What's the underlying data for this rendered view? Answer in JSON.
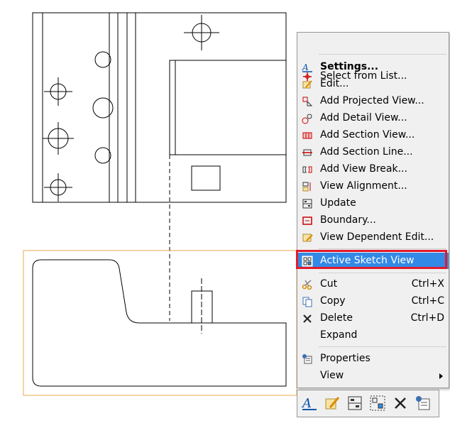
{
  "menu": {
    "items": [
      {
        "label": "Select from List...",
        "icon": "select-from-list-icon",
        "shortcut": ""
      },
      {
        "label": "Settings...",
        "icon": "settings-icon",
        "shortcut": ""
      },
      {
        "label": "Edit...",
        "icon": "edit-icon",
        "shortcut": ""
      },
      {
        "label": "Add Projected View...",
        "icon": "projected-view-icon",
        "shortcut": ""
      },
      {
        "label": "Add Detail View...",
        "icon": "detail-view-icon",
        "shortcut": ""
      },
      {
        "label": "Add Section View...",
        "icon": "section-view-icon",
        "shortcut": ""
      },
      {
        "label": "Add Section Line...",
        "icon": "section-line-icon",
        "shortcut": ""
      },
      {
        "label": "Add View Break...",
        "icon": "view-break-icon",
        "shortcut": ""
      },
      {
        "label": "View Alignment...",
        "icon": "view-alignment-icon",
        "shortcut": ""
      },
      {
        "label": "Update",
        "icon": "update-icon",
        "shortcut": ""
      },
      {
        "label": "Boundary...",
        "icon": "boundary-icon",
        "shortcut": ""
      },
      {
        "label": "View Dependent Edit...",
        "icon": "view-dependent-edit-icon",
        "shortcut": ""
      },
      {
        "label": "Active Sketch View",
        "icon": "active-sketch-view-icon",
        "shortcut": ""
      },
      {
        "label": "Cut",
        "icon": "cut-icon",
        "shortcut": "Ctrl+X"
      },
      {
        "label": "Copy",
        "icon": "copy-icon",
        "shortcut": "Ctrl+C"
      },
      {
        "label": "Delete",
        "icon": "delete-icon",
        "shortcut": "Ctrl+D"
      },
      {
        "label": "Expand",
        "icon": "",
        "shortcut": ""
      },
      {
        "label": "Properties",
        "icon": "properties-icon",
        "shortcut": ""
      },
      {
        "label": "View",
        "icon": "",
        "shortcut": ""
      }
    ],
    "active_item": "Active Sketch View"
  },
  "toolbar": {
    "buttons": [
      "settings-icon",
      "edit-icon",
      "update-icon",
      "active-sketch-view-icon",
      "delete-icon",
      "properties-icon"
    ]
  },
  "colors": {
    "highlight": "#3389e6",
    "highlight_outline": "#e21a2b",
    "view_border": "#e8a94e"
  }
}
